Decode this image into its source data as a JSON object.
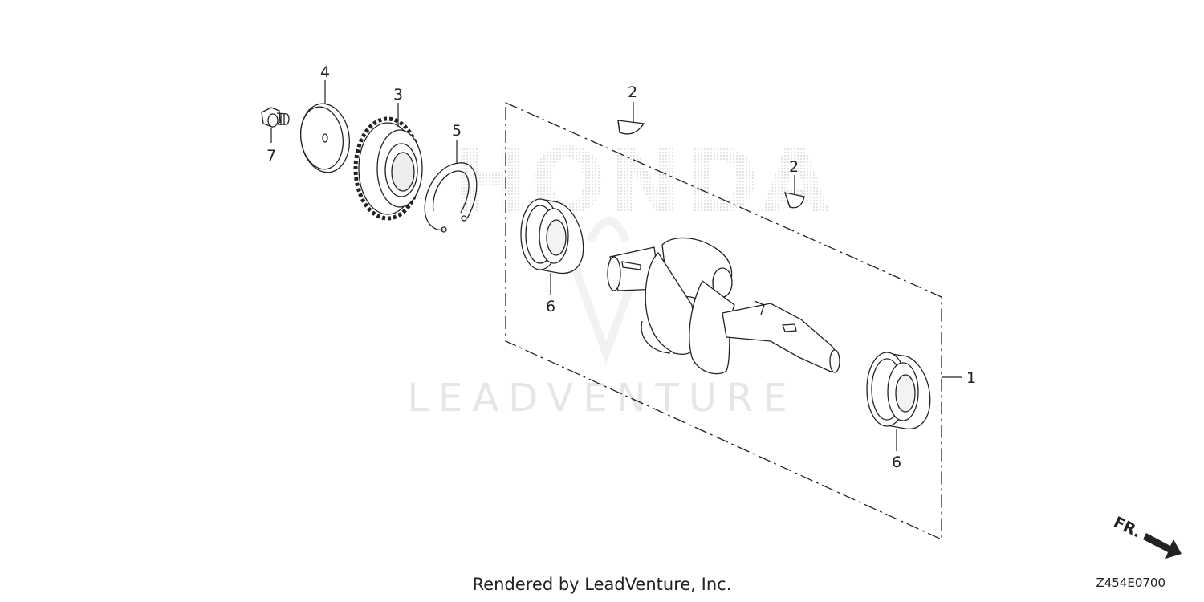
{
  "watermark": {
    "brand": "HONDA",
    "company": "LEADVENTURE"
  },
  "callouts": {
    "crankshaft_assy": "1",
    "key_top": "2",
    "key_right": "2",
    "gear": "3",
    "washer": "4",
    "snap_ring": "5",
    "bearing_left": "6",
    "bearing_right": "6",
    "bolt": "7"
  },
  "direction_label": "FR.",
  "diagram_code": "Z454E0700",
  "footer_credit": "Rendered by LeadVenture, Inc.",
  "colors": {
    "line": "#222222",
    "watermark": "#e4e4e4"
  }
}
